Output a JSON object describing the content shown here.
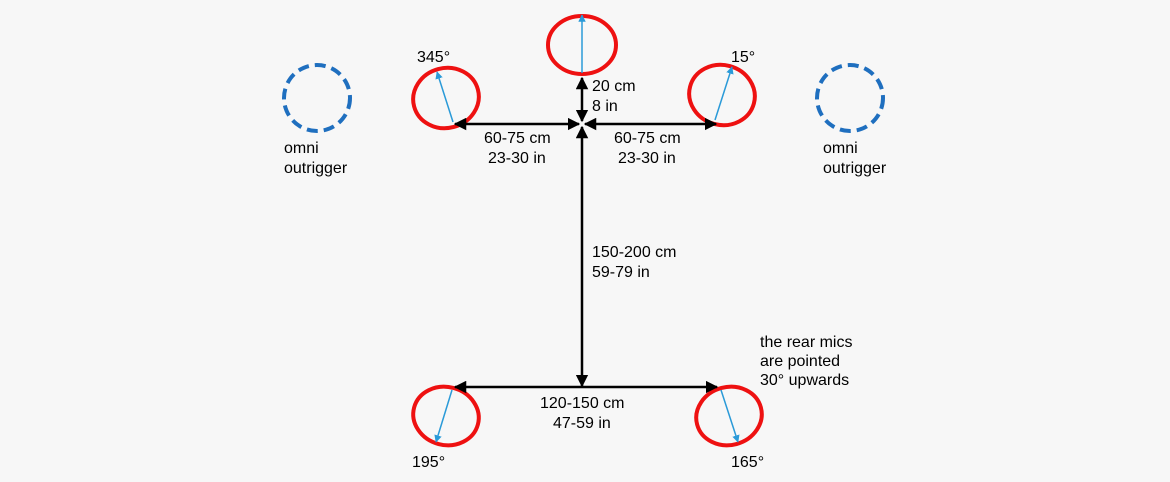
{
  "colors": {
    "background": "#f7f7f7",
    "mic": "#ee1111",
    "direction": "#2a9ad8",
    "omni": "#1f6fbf",
    "arrow": "#000000"
  },
  "mics": {
    "front_left": {
      "angle_label": "345°"
    },
    "front_right": {
      "angle_label": "15°"
    },
    "rear_left": {
      "angle_label": "195°"
    },
    "rear_right": {
      "angle_label": "165°"
    }
  },
  "dimensions": {
    "front_center": {
      "cm": "20 cm",
      "in": "8 in"
    },
    "front_left": {
      "cm": "60-75 cm",
      "in": "23-30 in"
    },
    "front_right": {
      "cm": "60-75 cm",
      "in": "23-30 in"
    },
    "depth": {
      "cm": "150-200 cm",
      "in": "59-79 in"
    },
    "rear": {
      "cm": "120-150 cm",
      "in": "47-59 in"
    }
  },
  "outriggers": {
    "left": {
      "line1": "omni",
      "line2": "outrigger"
    },
    "right": {
      "line1": "omni",
      "line2": "outrigger"
    }
  },
  "note": {
    "line1": "the rear mics",
    "line2": "are pointed",
    "line3": "30° upwards"
  }
}
